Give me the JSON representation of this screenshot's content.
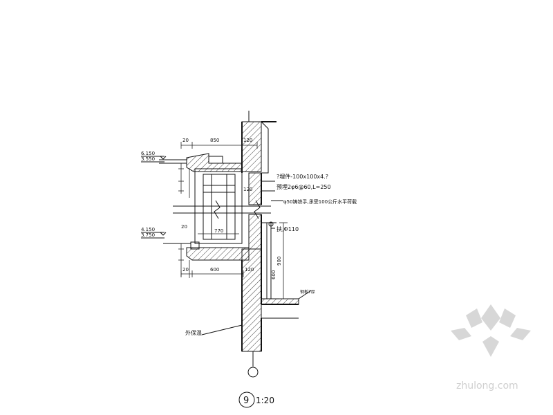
{
  "detail": {
    "number": "9",
    "scale": "1:20"
  },
  "levels": [
    "6.150",
    "3.550",
    "4.150",
    "3.750"
  ],
  "dimensions": {
    "top_small": "20",
    "top_width": "850",
    "top_wall": "120",
    "mid_wall": "120",
    "mid_gap": "20",
    "opening": "770",
    "lower_small": "20",
    "lower_width": "600",
    "lower_wall": "120",
    "right_height": "900",
    "right_small": "600"
  },
  "annotations": {
    "embed": "?埋件-100x100x4.?",
    "anchor": "预埋2φ6@60,L=250",
    "rail": "φ50铸铁手,承受100公斤水平荷载",
    "pipe": "扶,Φ110",
    "wall_label": "外保温",
    "side_note": "钢板7厚"
  },
  "watermark": {
    "text": "zhulong.com"
  }
}
